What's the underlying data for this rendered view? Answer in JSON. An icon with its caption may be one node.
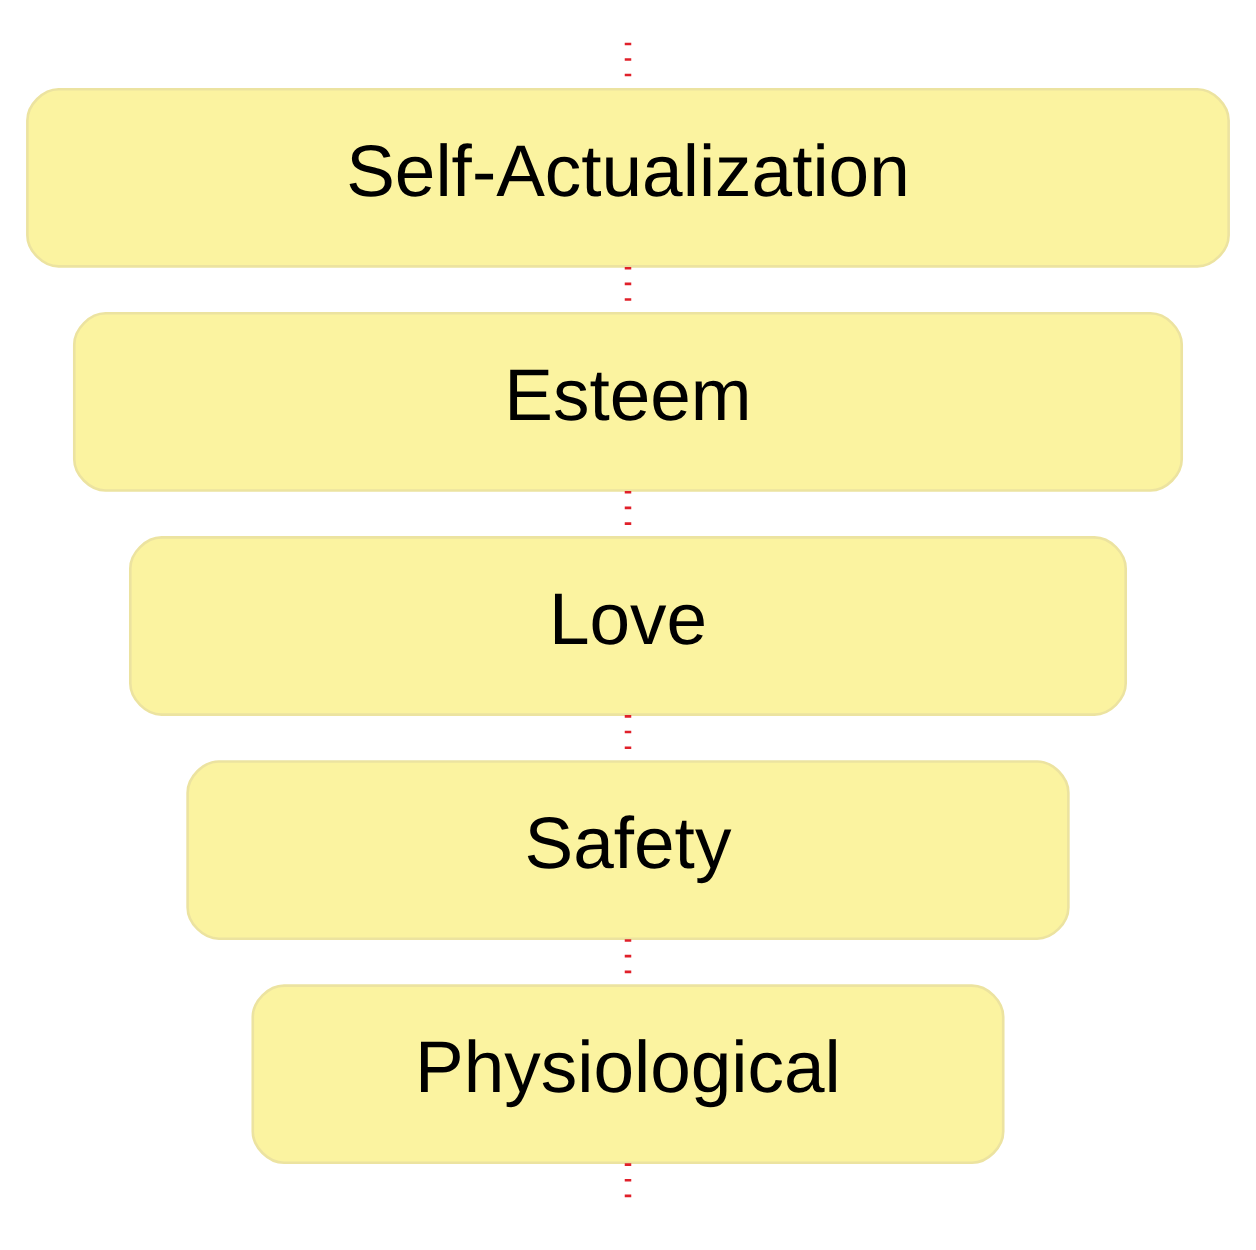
{
  "diagram": {
    "nodes": [
      {
        "text": [
          "Self-Actualization"
        ]
      },
      {
        "text": [
          "Esteem"
        ]
      },
      {
        "text": [
          "Love"
        ]
      },
      {
        "text": [
          "Safety"
        ]
      },
      {
        "text": [
          "Physiological"
        ]
      }
    ],
    "edges": [
      {
        "from": null,
        "to": 0,
        "arrow": "none",
        "style": "dashed",
        "color": "#e0202a"
      },
      {
        "from": 0,
        "to": 1,
        "arrow": "none",
        "style": "dashed",
        "color": "#e0202a"
      },
      {
        "from": 1,
        "to": 2,
        "arrow": "none",
        "style": "dashed",
        "color": "#e0202a"
      },
      {
        "from": 2,
        "to": 3,
        "arrow": "none",
        "style": "dashed",
        "color": "#e0202a"
      },
      {
        "from": 3,
        "to": 4,
        "arrow": "none",
        "style": "dashed",
        "color": "#e0202a"
      },
      {
        "from": 4,
        "to": null,
        "arrow": "none",
        "style": "dashed",
        "color": "#e0202a"
      }
    ]
  }
}
